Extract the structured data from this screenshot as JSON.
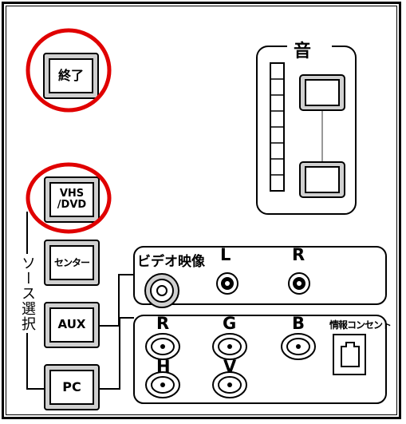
{
  "buttons": {
    "end": "終了",
    "vhs_line1": "VHS",
    "vhs_line2": "/DVD",
    "center": "センター",
    "aux": "AUX",
    "pc": "PC"
  },
  "source_select_label": "ソース選択",
  "volume": {
    "title": "音"
  },
  "video_panel": {
    "title": "ビデオ映像",
    "left": "L",
    "right": "R"
  },
  "pc_panel": {
    "r": "R",
    "g": "G",
    "b": "B",
    "h": "H",
    "v": "V",
    "info_outlet": "情報コンセント"
  },
  "highlight_color": "#e00000"
}
